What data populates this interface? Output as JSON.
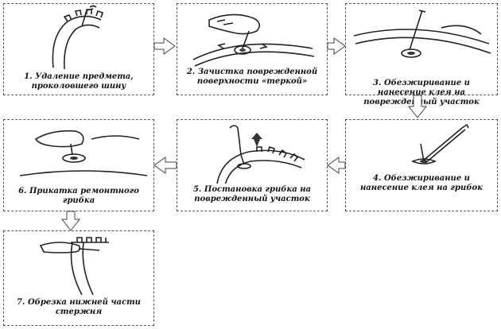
{
  "steps": [
    {
      "id": 1,
      "caption": "1. Удаление предмета, проколовшего шину"
    },
    {
      "id": 2,
      "caption": "2. Зачистка поврежденной поверхности «теркой»"
    },
    {
      "id": 3,
      "caption": "3. Обезжиривание и нанесение клея на поврежденный участок"
    },
    {
      "id": 4,
      "caption": "4. Обезжиривание и нанесение клея на грибок"
    },
    {
      "id": 5,
      "caption": "5. Постановка грибка на поврежденный участок"
    },
    {
      "id": 6,
      "caption": "6. Прикатка ремонтного грибка"
    },
    {
      "id": 7,
      "caption": "7. Обрезка нижней части стержня"
    }
  ]
}
